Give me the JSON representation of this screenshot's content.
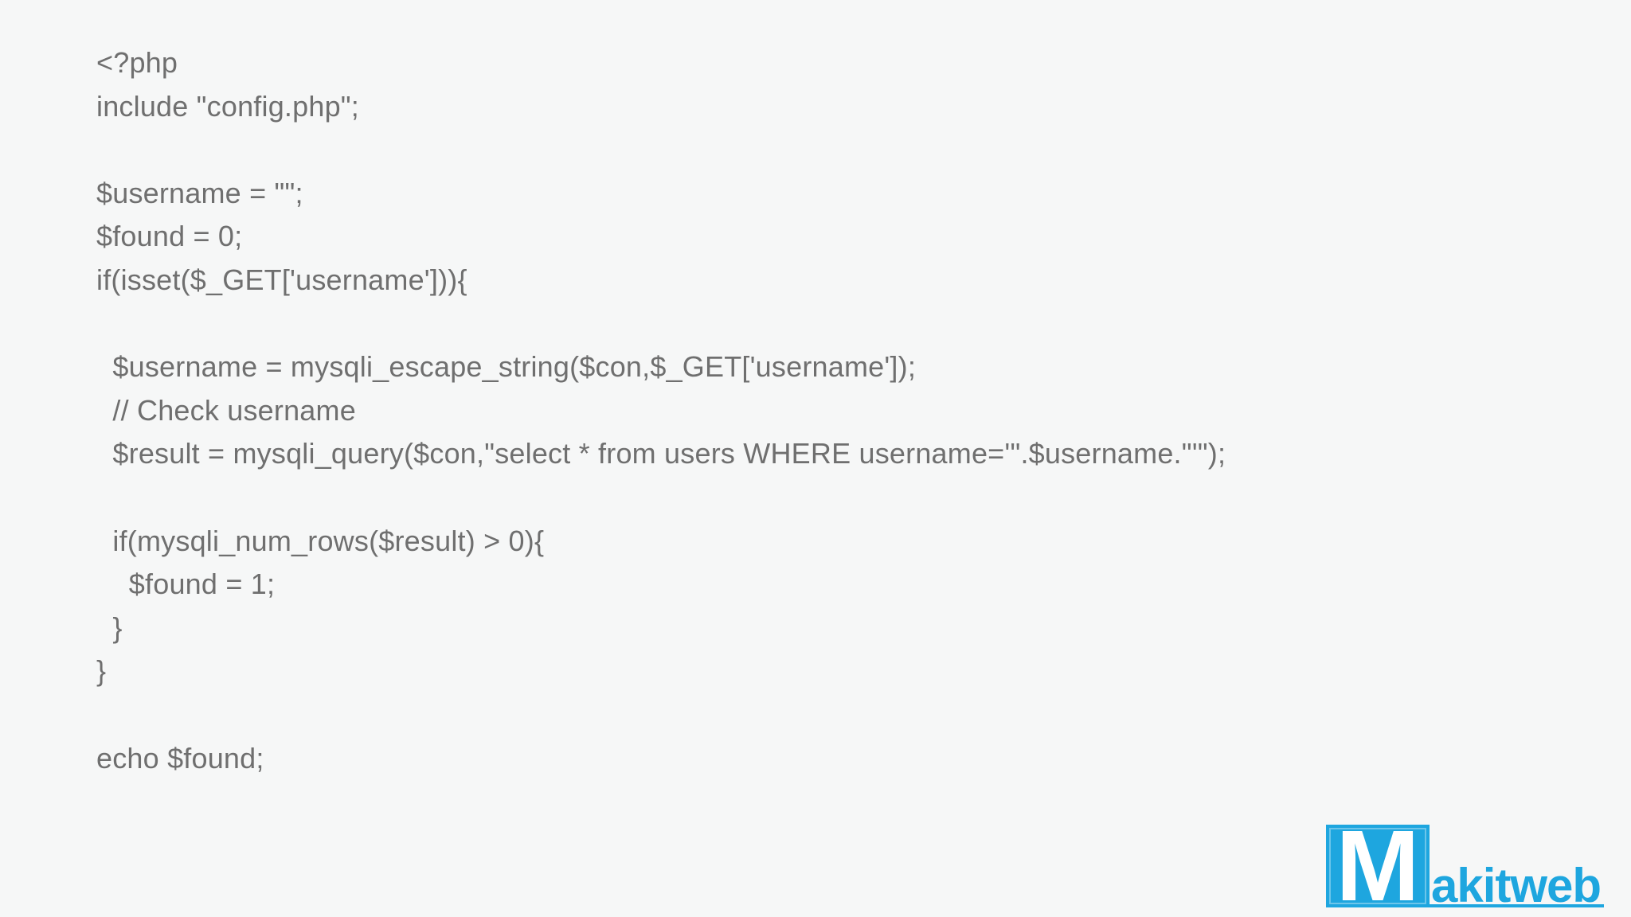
{
  "page": {
    "background_color": "#f6f7f7",
    "code_text_color": "#6f6f6f"
  },
  "code": {
    "language": "php",
    "lines": [
      "<?php",
      "include \"config.php\";",
      "",
      "$username = \"\";",
      "$found = 0;",
      "if(isset($_GET['username'])){",
      "",
      "  $username = mysqli_escape_string($con,$_GET['username']);",
      "  // Check username",
      "  $result = mysqli_query($con,\"select * from users WHERE username='\".$username.\"'\");",
      "",
      "  if(mysqli_num_rows($result) > 0){",
      "    $found = 1;",
      "  }",
      "}",
      "",
      "echo $found;"
    ]
  },
  "logo": {
    "brand": "Makitweb",
    "monogram": "M",
    "wordmark": "akitweb",
    "blue": "#1ea6df"
  }
}
